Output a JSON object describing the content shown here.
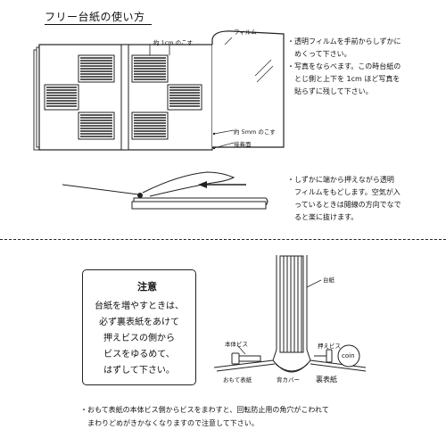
{
  "title": "フリー台紙の使い方",
  "diagram_top": {
    "label_1cm": "約 1cm のこす",
    "label_film": "フィルム",
    "label_5mm": "約 5mm のこす",
    "label_adhesive": "接着面"
  },
  "instructions_1": [
    "・透明フィルムを手前からしずかに",
    "　めくって下さい。",
    "・写真をならべます。この時台紙の",
    "　とじ側と上下を 1cm ほど写真を",
    "　貼らずに残して下さい。"
  ],
  "instructions_2": [
    "・しずかに端から押えながら透明",
    "　フィルムをもどします。空気が入",
    "　っているときは閲線の方向でなで",
    "　ると楽に抜けます。"
  ],
  "notice": {
    "title": "注意",
    "lines": [
      "台紙を増やすときは、",
      "必ず裏表紙をあけて",
      "押えビスの側から",
      "ビスをゆるめて、",
      "はずして下さい。"
    ]
  },
  "diagram_bottom": {
    "label_daishi": "台紙",
    "label_main_screw": "本体ビス",
    "label_press_screw": "押えビス",
    "label_coin": "coin",
    "label_front_cover": "おもて表紙",
    "label_spine": "背カバー",
    "label_back_cover": "裏表紙"
  },
  "footer": [
    "・おもて表紙の本体ビス側からビスをまわすと、回転防止用の角穴がこわれて",
    "　まわりどめがきかなくなりますので注意して下さい。"
  ]
}
